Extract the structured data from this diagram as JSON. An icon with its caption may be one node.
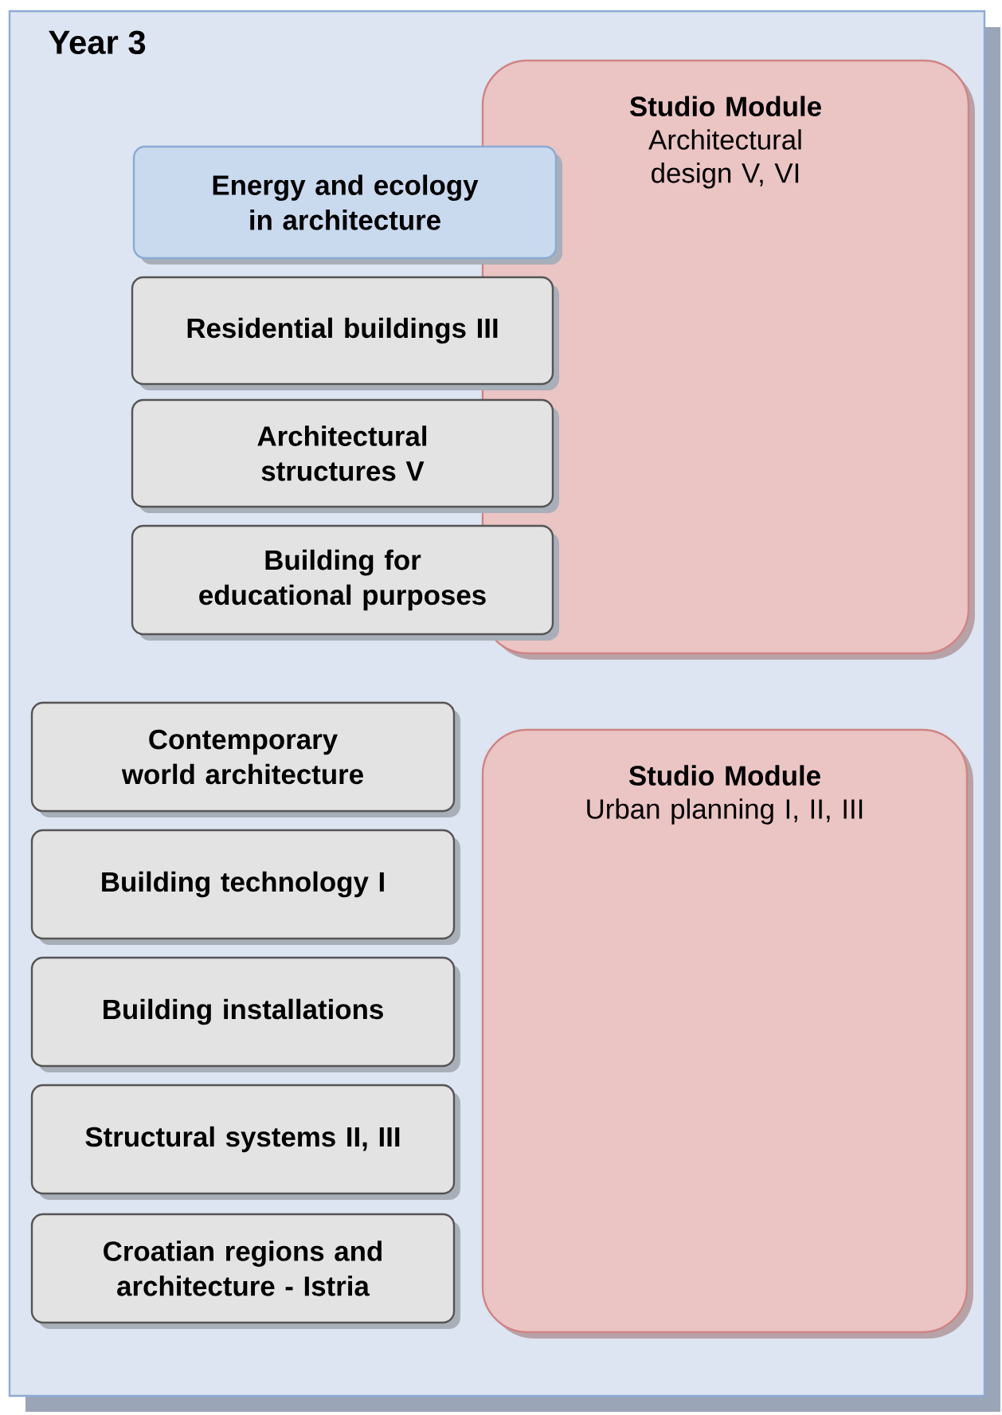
{
  "diagram": {
    "nodes": [
      {
        "text": [
          "Year 3"
        ]
      },
      {
        "text": [
          "Studio Module",
          "Architectural design V, VI"
        ],
        "in": 0
      },
      {
        "text": [
          "Energy and ecology in architecture"
        ],
        "in": 0
      },
      {
        "text": [
          "Residential buildings III"
        ],
        "in": 0
      },
      {
        "text": [
          "Architectural structures V"
        ],
        "in": 0
      },
      {
        "text": [
          "Building for educational purposes"
        ],
        "in": 0
      },
      {
        "text": [
          "Contemporary world architecture"
        ],
        "in": 0
      },
      {
        "text": [
          "Building technology I"
        ],
        "in": 0
      },
      {
        "text": [
          "Building installations"
        ],
        "in": 0
      },
      {
        "text": [
          "Structural systems II, III"
        ],
        "in": 0
      },
      {
        "text": [
          "Croatian regions and architecture - Istria"
        ],
        "in": 0
      },
      {
        "text": [
          "Studio Module",
          "Urban planning I, II, III"
        ],
        "in": 0
      }
    ]
  }
}
